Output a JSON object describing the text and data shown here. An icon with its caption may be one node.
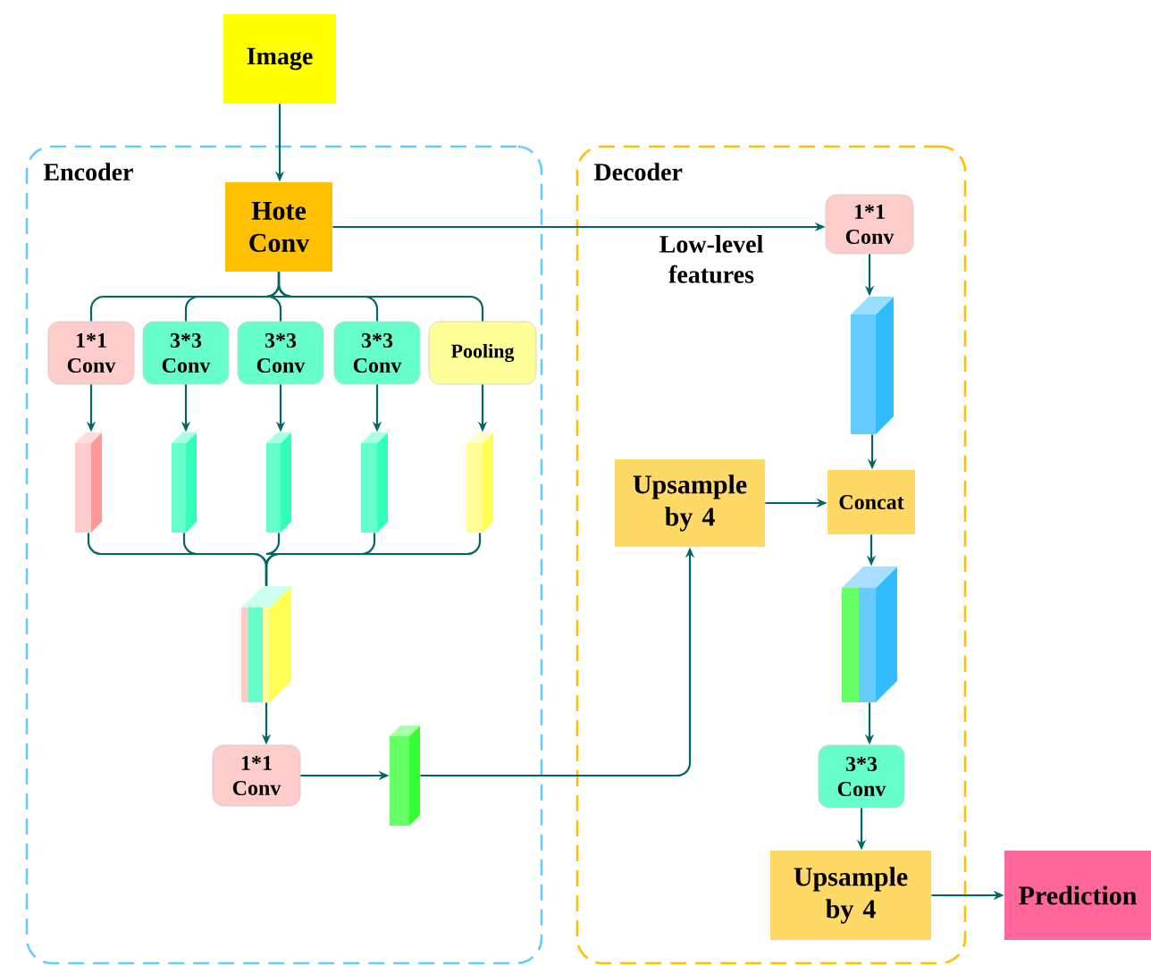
{
  "diagram": {
    "nodes": [
      {
        "text": [
          "Image"
        ]
      },
      {
        "text": [
          "Encoder"
        ]
      },
      {
        "text": [
          "Decoder"
        ]
      },
      {
        "text": [
          "Hote Conv"
        ],
        "in": 1
      },
      {
        "text": [
          "1*1 Conv"
        ],
        "in": 1
      },
      {
        "text": [
          "3*3 Conv"
        ],
        "in": 1
      },
      {
        "text": [
          "3*3 Conv"
        ],
        "in": 1
      },
      {
        "text": [
          "3*3 Conv"
        ],
        "in": 1
      },
      {
        "text": [
          "Pooling"
        ],
        "in": 1
      },
      {
        "text": [],
        "shape": "box",
        "in": 1
      },
      {
        "text": [],
        "shape": "box",
        "in": 1
      },
      {
        "text": [],
        "shape": "box",
        "in": 1
      },
      {
        "text": [],
        "shape": "box",
        "in": 1
      },
      {
        "text": [],
        "shape": "box",
        "in": 1
      },
      {
        "text": [],
        "shape": "box",
        "in": 1
      },
      {
        "text": [
          "1*1 Conv"
        ],
        "in": 1
      },
      {
        "text": [],
        "shape": "box",
        "in": 1
      },
      {
        "text": [
          "1*1 Conv"
        ],
        "in": 2
      },
      {
        "text": [],
        "shape": "box",
        "in": 2
      },
      {
        "text": [
          "Upsample by 4"
        ],
        "in": 2
      },
      {
        "text": [
          "Concat"
        ],
        "in": 2
      },
      {
        "text": [],
        "shape": "box",
        "in": 2
      },
      {
        "text": [
          "3*3 Conv"
        ],
        "in": 2
      },
      {
        "text": [
          "Upsample by 4"
        ],
        "in": 2
      },
      {
        "text": [
          "Prediction"
        ]
      }
    ],
    "edges": [
      {
        "from": 0,
        "to": 3,
        "arrow": "to"
      },
      {
        "from": 3,
        "to": 17,
        "arrow": "to",
        "label": "Low-level features"
      },
      {
        "from": 3,
        "to": 4,
        "arrow": "none"
      },
      {
        "from": 3,
        "to": 5,
        "arrow": "none"
      },
      {
        "from": 3,
        "to": 6,
        "arrow": "none"
      },
      {
        "from": 3,
        "to": 7,
        "arrow": "none"
      },
      {
        "from": 3,
        "to": 8,
        "arrow": "none"
      },
      {
        "from": 4,
        "to": 9,
        "arrow": "to"
      },
      {
        "from": 5,
        "to": 10,
        "arrow": "to"
      },
      {
        "from": 6,
        "to": 11,
        "arrow": "to"
      },
      {
        "from": 7,
        "to": 12,
        "arrow": "to"
      },
      {
        "from": 8,
        "to": 13,
        "arrow": "to"
      },
      {
        "from": 9,
        "to": 14,
        "arrow": "none"
      },
      {
        "from": 10,
        "to": 14,
        "arrow": "none"
      },
      {
        "from": 11,
        "to": 14,
        "arrow": "none"
      },
      {
        "from": 12,
        "to": 14,
        "arrow": "none"
      },
      {
        "from": 13,
        "to": 14,
        "arrow": "none"
      },
      {
        "from": 14,
        "to": 15,
        "arrow": "to"
      },
      {
        "from": 15,
        "to": 16,
        "arrow": "to"
      },
      {
        "from": 16,
        "to": 19,
        "arrow": "to"
      },
      {
        "from": 17,
        "to": 18,
        "arrow": "to"
      },
      {
        "from": 18,
        "to": 20,
        "arrow": "to"
      },
      {
        "from": 19,
        "to": 20,
        "arrow": "to"
      },
      {
        "from": 20,
        "to": 21,
        "arrow": "to"
      },
      {
        "from": 21,
        "to": 22,
        "arrow": "to"
      },
      {
        "from": 22,
        "to": 23,
        "arrow": "to"
      },
      {
        "from": 23,
        "to": 24,
        "arrow": "to"
      }
    ]
  }
}
